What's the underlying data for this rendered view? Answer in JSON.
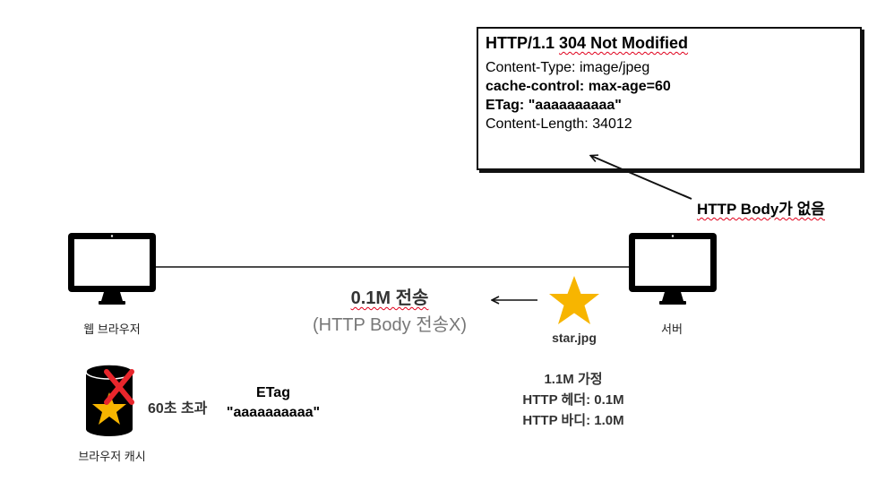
{
  "response": {
    "status_prefix": "HTTP/1.1 ",
    "status_code": "304 Not Modified",
    "headers": [
      "Content-Type: image/jpeg",
      "cache-control: max-age=60",
      "ETag: \"aaaaaaaaaa\"",
      "Content-Length: 34012"
    ]
  },
  "note": "HTTP Body가 없음",
  "browser": {
    "label": "웹 브라우저"
  },
  "server": {
    "label": "서버"
  },
  "transfer": {
    "title": "0.1M 전송",
    "subtitle": "(HTTP Body 전송X)"
  },
  "file": {
    "name": "star.jpg"
  },
  "assumptions": [
    "1.1M 가정",
    "HTTP 헤더: 0.1M",
    "HTTP 바디: 1.0M"
  ],
  "cache": {
    "label": "브라우저 캐시",
    "expired": "60초 초과",
    "etag_title": "ETag",
    "etag_value": "\"aaaaaaaaaa\""
  },
  "colors": {
    "star": "#f7b500",
    "cross": "#e8262c",
    "squiggle": "#e0001b",
    "monitor": "#000000",
    "cylinder": "#000000"
  }
}
